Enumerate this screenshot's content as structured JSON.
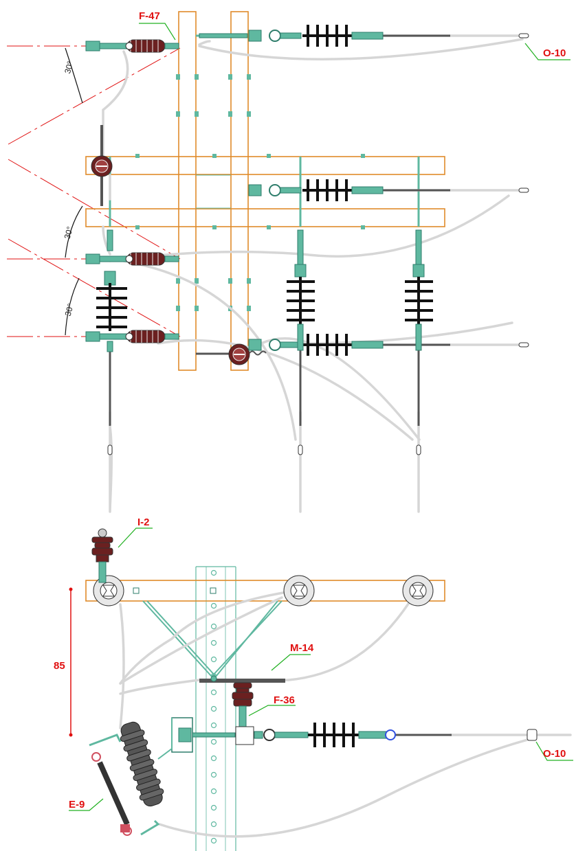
{
  "labels": {
    "f47": "F-47",
    "o10_top": "O-10",
    "i2": "I-2",
    "m14": "M-14",
    "f36": "F-36",
    "e9": "E-9",
    "o10_bottom": "O-10"
  },
  "angles": {
    "a1": "30°",
    "a2": "30°",
    "a3": "30°"
  },
  "dimension": {
    "value": "85"
  },
  "colors": {
    "label": "#e01010",
    "wood": "#e08a2a",
    "steel": "#5fb8a0",
    "leader": "#20b020",
    "conductor": "#d6d6d6"
  }
}
